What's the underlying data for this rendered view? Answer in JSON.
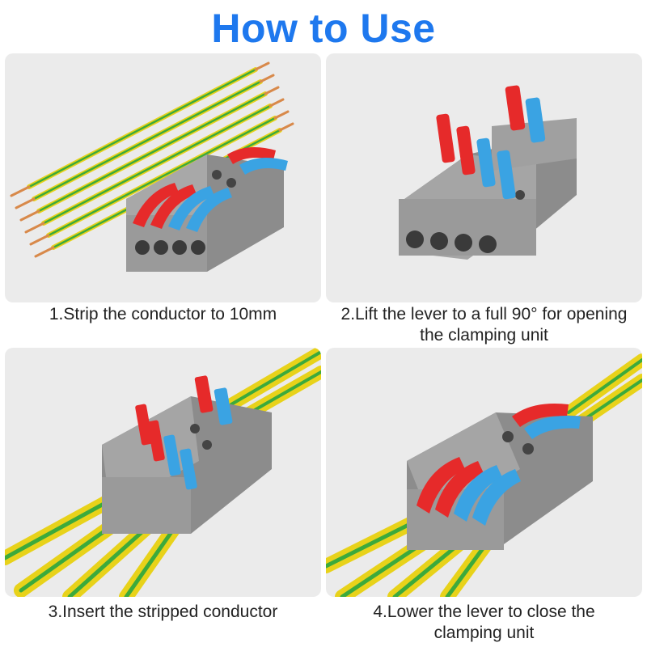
{
  "title": "How to Use",
  "colors": {
    "title": "#1e78ee",
    "panel_bg": "#ebebeb",
    "connector_gray": "#9a9a9a",
    "lever_red": "#e62a2a",
    "lever_blue": "#3aa3e3",
    "wire_yellow": "#e8d21a",
    "wire_green": "#3caa3c",
    "copper": "#d8894a"
  },
  "steps": [
    {
      "line1": "1.Strip the conductor to 10mm",
      "line2": "",
      "illustration": "stripped-wires-and-connector"
    },
    {
      "line1": "2.Lift the lever to a full 90° for opening",
      "line2": "the clamping unit",
      "illustration": "connector-levers-raised"
    },
    {
      "line1": "3.Insert the stripped conductor",
      "line2": "",
      "illustration": "wires-inserted-levers-raised"
    },
    {
      "line1": "4.Lower the lever to close the",
      "line2": "clamping unit",
      "illustration": "wires-inserted-levers-closed"
    }
  ]
}
